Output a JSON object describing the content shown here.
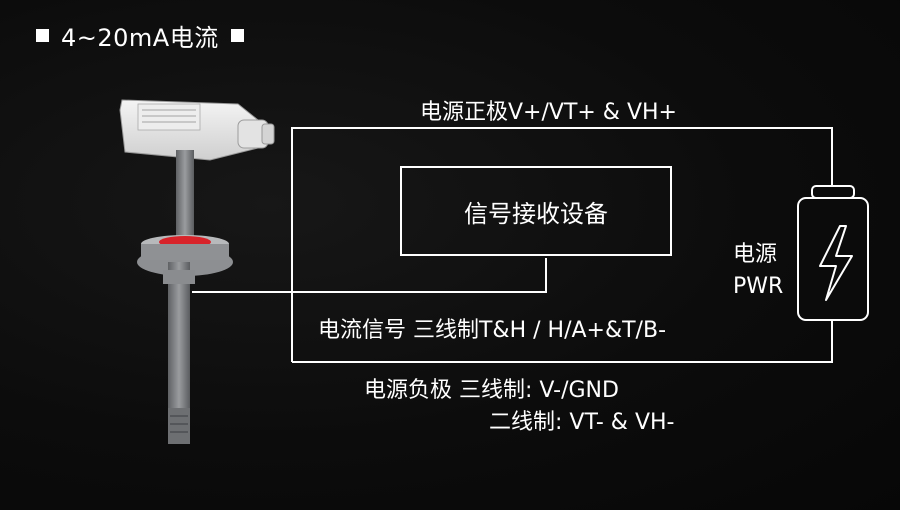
{
  "title": "4~20mA电流",
  "labels": {
    "power_positive": "电源正极V+/VT+ & VH+",
    "receiver": "信号接收设备",
    "power": "电源",
    "pwr": "PWR",
    "signal": "电流信号  三线制T&H / H/A+&T/B-",
    "power_negative_three": "电源负极 三线制: V-/GND",
    "power_negative_two": "二线制: VT- & VH-"
  },
  "colors": {
    "background": "#0b0b0b",
    "line": "#ffffff",
    "flange": "#d8232a",
    "probe": "#7d7f82"
  },
  "icons": {
    "battery": "battery-bolt-icon",
    "sensor": "duct-temperature-humidity-sensor"
  }
}
